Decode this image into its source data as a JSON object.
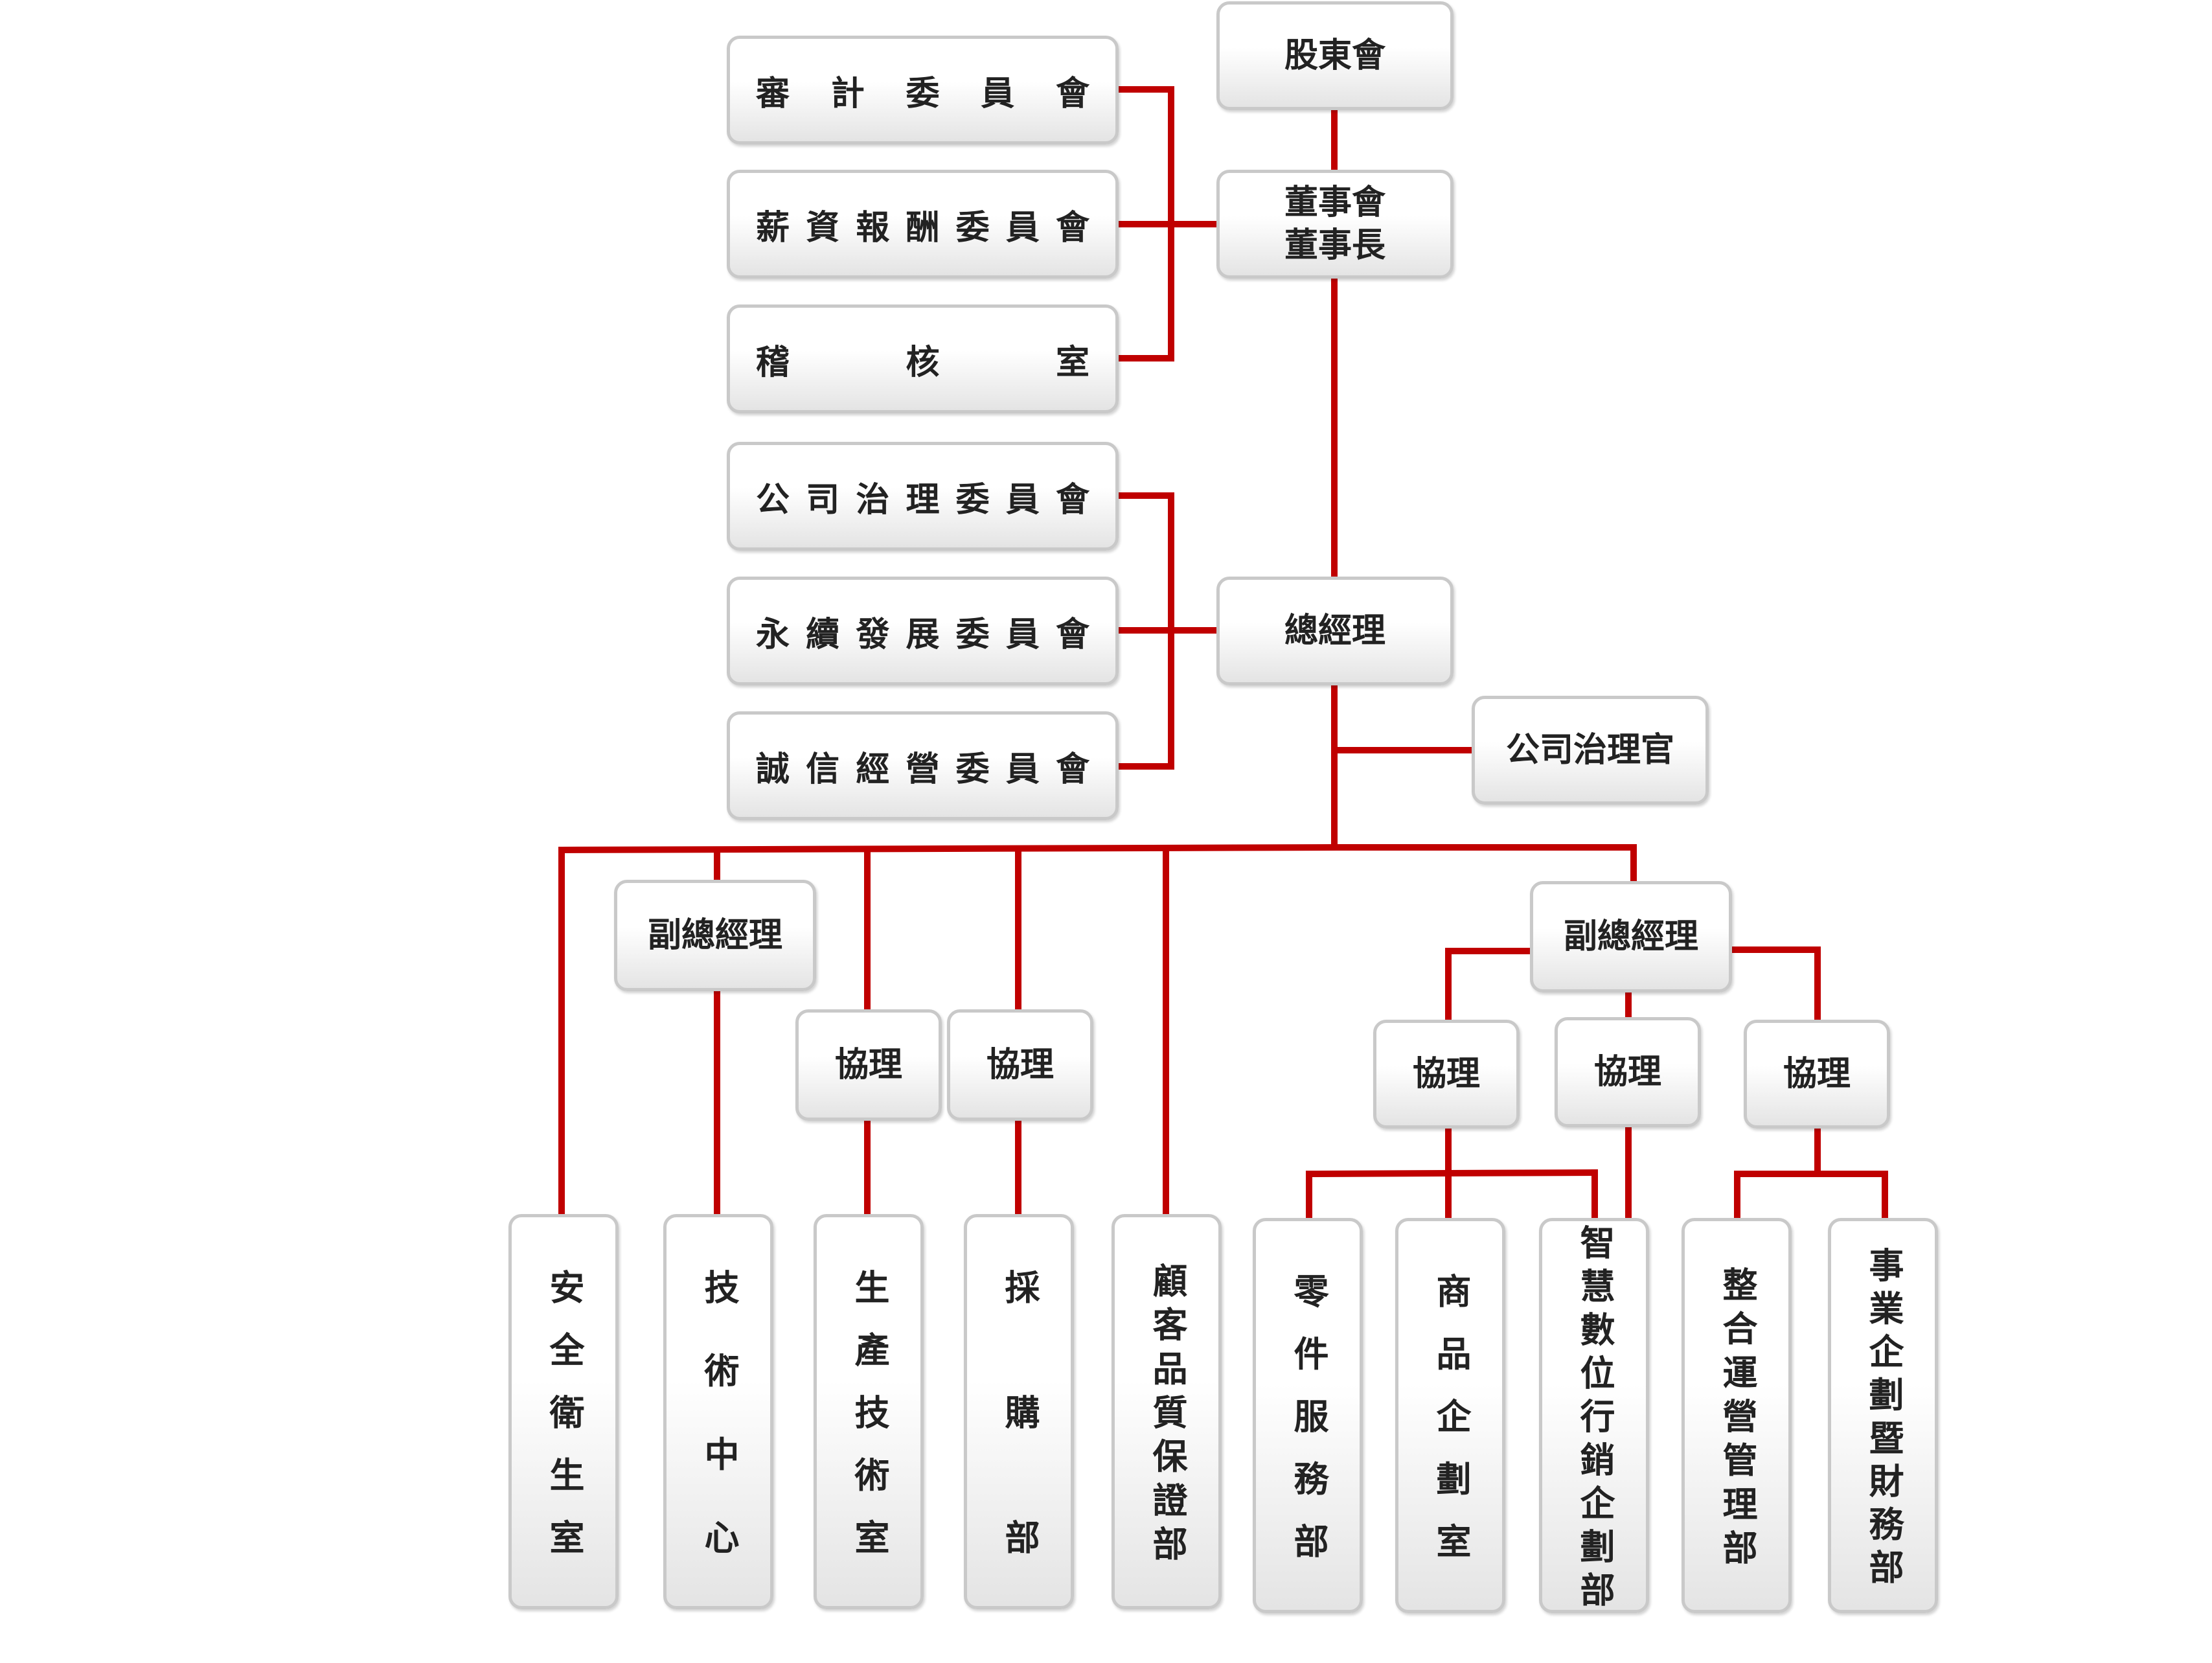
{
  "colors": {
    "line": "#c00000",
    "box_border": "#c9c9c9",
    "text": "#222222"
  },
  "top": {
    "shareholders": "股東會",
    "board": "董事會\n董事長"
  },
  "board_committees": [
    "審計委員會",
    "薪資報酬委員會",
    "稽核室"
  ],
  "gm": "總經理",
  "gm_committees": [
    "公司治理委員會",
    "永續發展委員會",
    "誠信經營委員會"
  ],
  "governance_officer": "公司治理官",
  "vp_left": "副總經理",
  "vp_right": "副總經理",
  "assistant_vps": [
    "協理",
    "協理",
    "協理",
    "協理",
    "協理"
  ],
  "departments": [
    "安全衛生室",
    "技術中心",
    "生產技術室",
    "採購部",
    "顧客品質保證部",
    "零件服務部",
    "商品企劃室",
    "智慧數位行銷企劃部",
    "整合運營管理部",
    "事業企劃暨財務部"
  ]
}
